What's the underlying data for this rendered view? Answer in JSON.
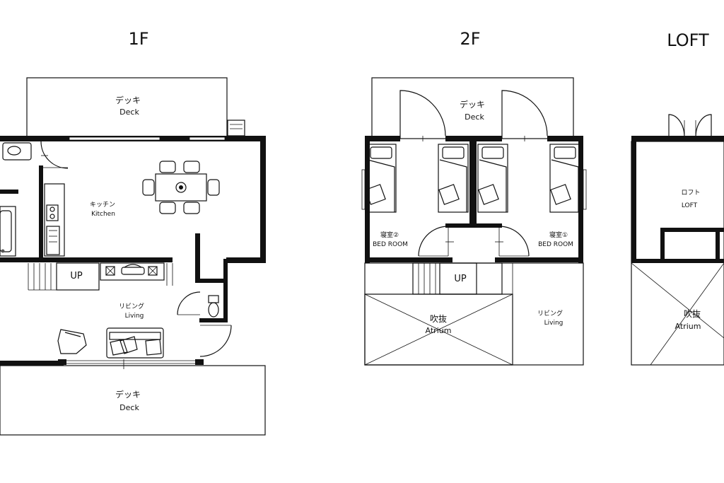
{
  "floors": {
    "f1": {
      "title": "1F",
      "deck_top": {
        "jp": "デッキ",
        "en": "Deck"
      },
      "kitchen": {
        "jp": "キッチン",
        "en": "Kitchen"
      },
      "living": {
        "jp": "リビング",
        "en": "Living"
      },
      "stairs": "UP",
      "deck_bottom": {
        "jp": "デッキ",
        "en": "Deck"
      }
    },
    "f2": {
      "title": "2F",
      "deck": {
        "jp": "デッキ",
        "en": "Deck"
      },
      "bedroom2": {
        "jp": "寝室②",
        "en": "BED ROOM"
      },
      "bedroom1": {
        "jp": "寝室①",
        "en": "BED ROOM"
      },
      "stairs": "UP",
      "atrium": {
        "jp": "吹抜",
        "en": "Atrium"
      },
      "living": {
        "jp": "リビング",
        "en": "Living"
      }
    },
    "loft": {
      "title": "LOFT",
      "loft_room": {
        "jp": "ロフト",
        "en": "LOFT"
      },
      "atrium": {
        "jp": "吹抜",
        "en": "Atrium"
      }
    }
  }
}
